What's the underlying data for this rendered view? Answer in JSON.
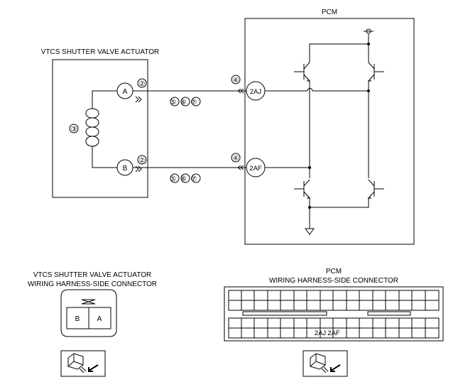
{
  "actuator": {
    "title": "VTCS SHUTTER VALVE ACTUATOR",
    "terminal_a": "A",
    "terminal_b": "B",
    "coil_ref": "③"
  },
  "pcm": {
    "title": "PCM",
    "terminal_2aj": "2AJ",
    "terminal_2af": "2AF"
  },
  "wires": {
    "top_left_ref": "②",
    "top_right_ref": "④",
    "top_mid_refs": "⑤⑥⑦",
    "bottom_left_ref": "②",
    "bottom_right_ref": "④",
    "bottom_mid_refs": "⑤⑥⑦"
  },
  "actuator_connector": {
    "title_line1": "VTCS SHUTTER VALVE ACTUATOR",
    "title_line2": "WIRING HARNESS-SIDE CONNECTOR",
    "pin_b": "B",
    "pin_a": "A"
  },
  "pcm_connector": {
    "title_line1": "PCM",
    "title_line2": "WIRING HARNESS-SIDE CONNECTOR",
    "pin_2aj": "2AJ",
    "pin_2af": "2AF"
  }
}
